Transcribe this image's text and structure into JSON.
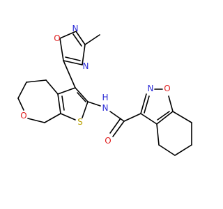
{
  "molecule": {
    "atom_labels": {
      "N_amide": "N",
      "H_amide": "H",
      "O_carbonyl": "O",
      "O_pyran": "O",
      "S_thiophene": "S",
      "O_oxadiazole": "O",
      "N_oxadiazole_top": "N",
      "N_oxadiazole_right": "N",
      "N_isoxazole": "N",
      "O_isoxazole": "O"
    },
    "colors": {
      "N": "#2a2ad6",
      "O": "#e02020",
      "S": "#b8a000",
      "H": "#2a2ad6",
      "bond": "#000000"
    }
  }
}
